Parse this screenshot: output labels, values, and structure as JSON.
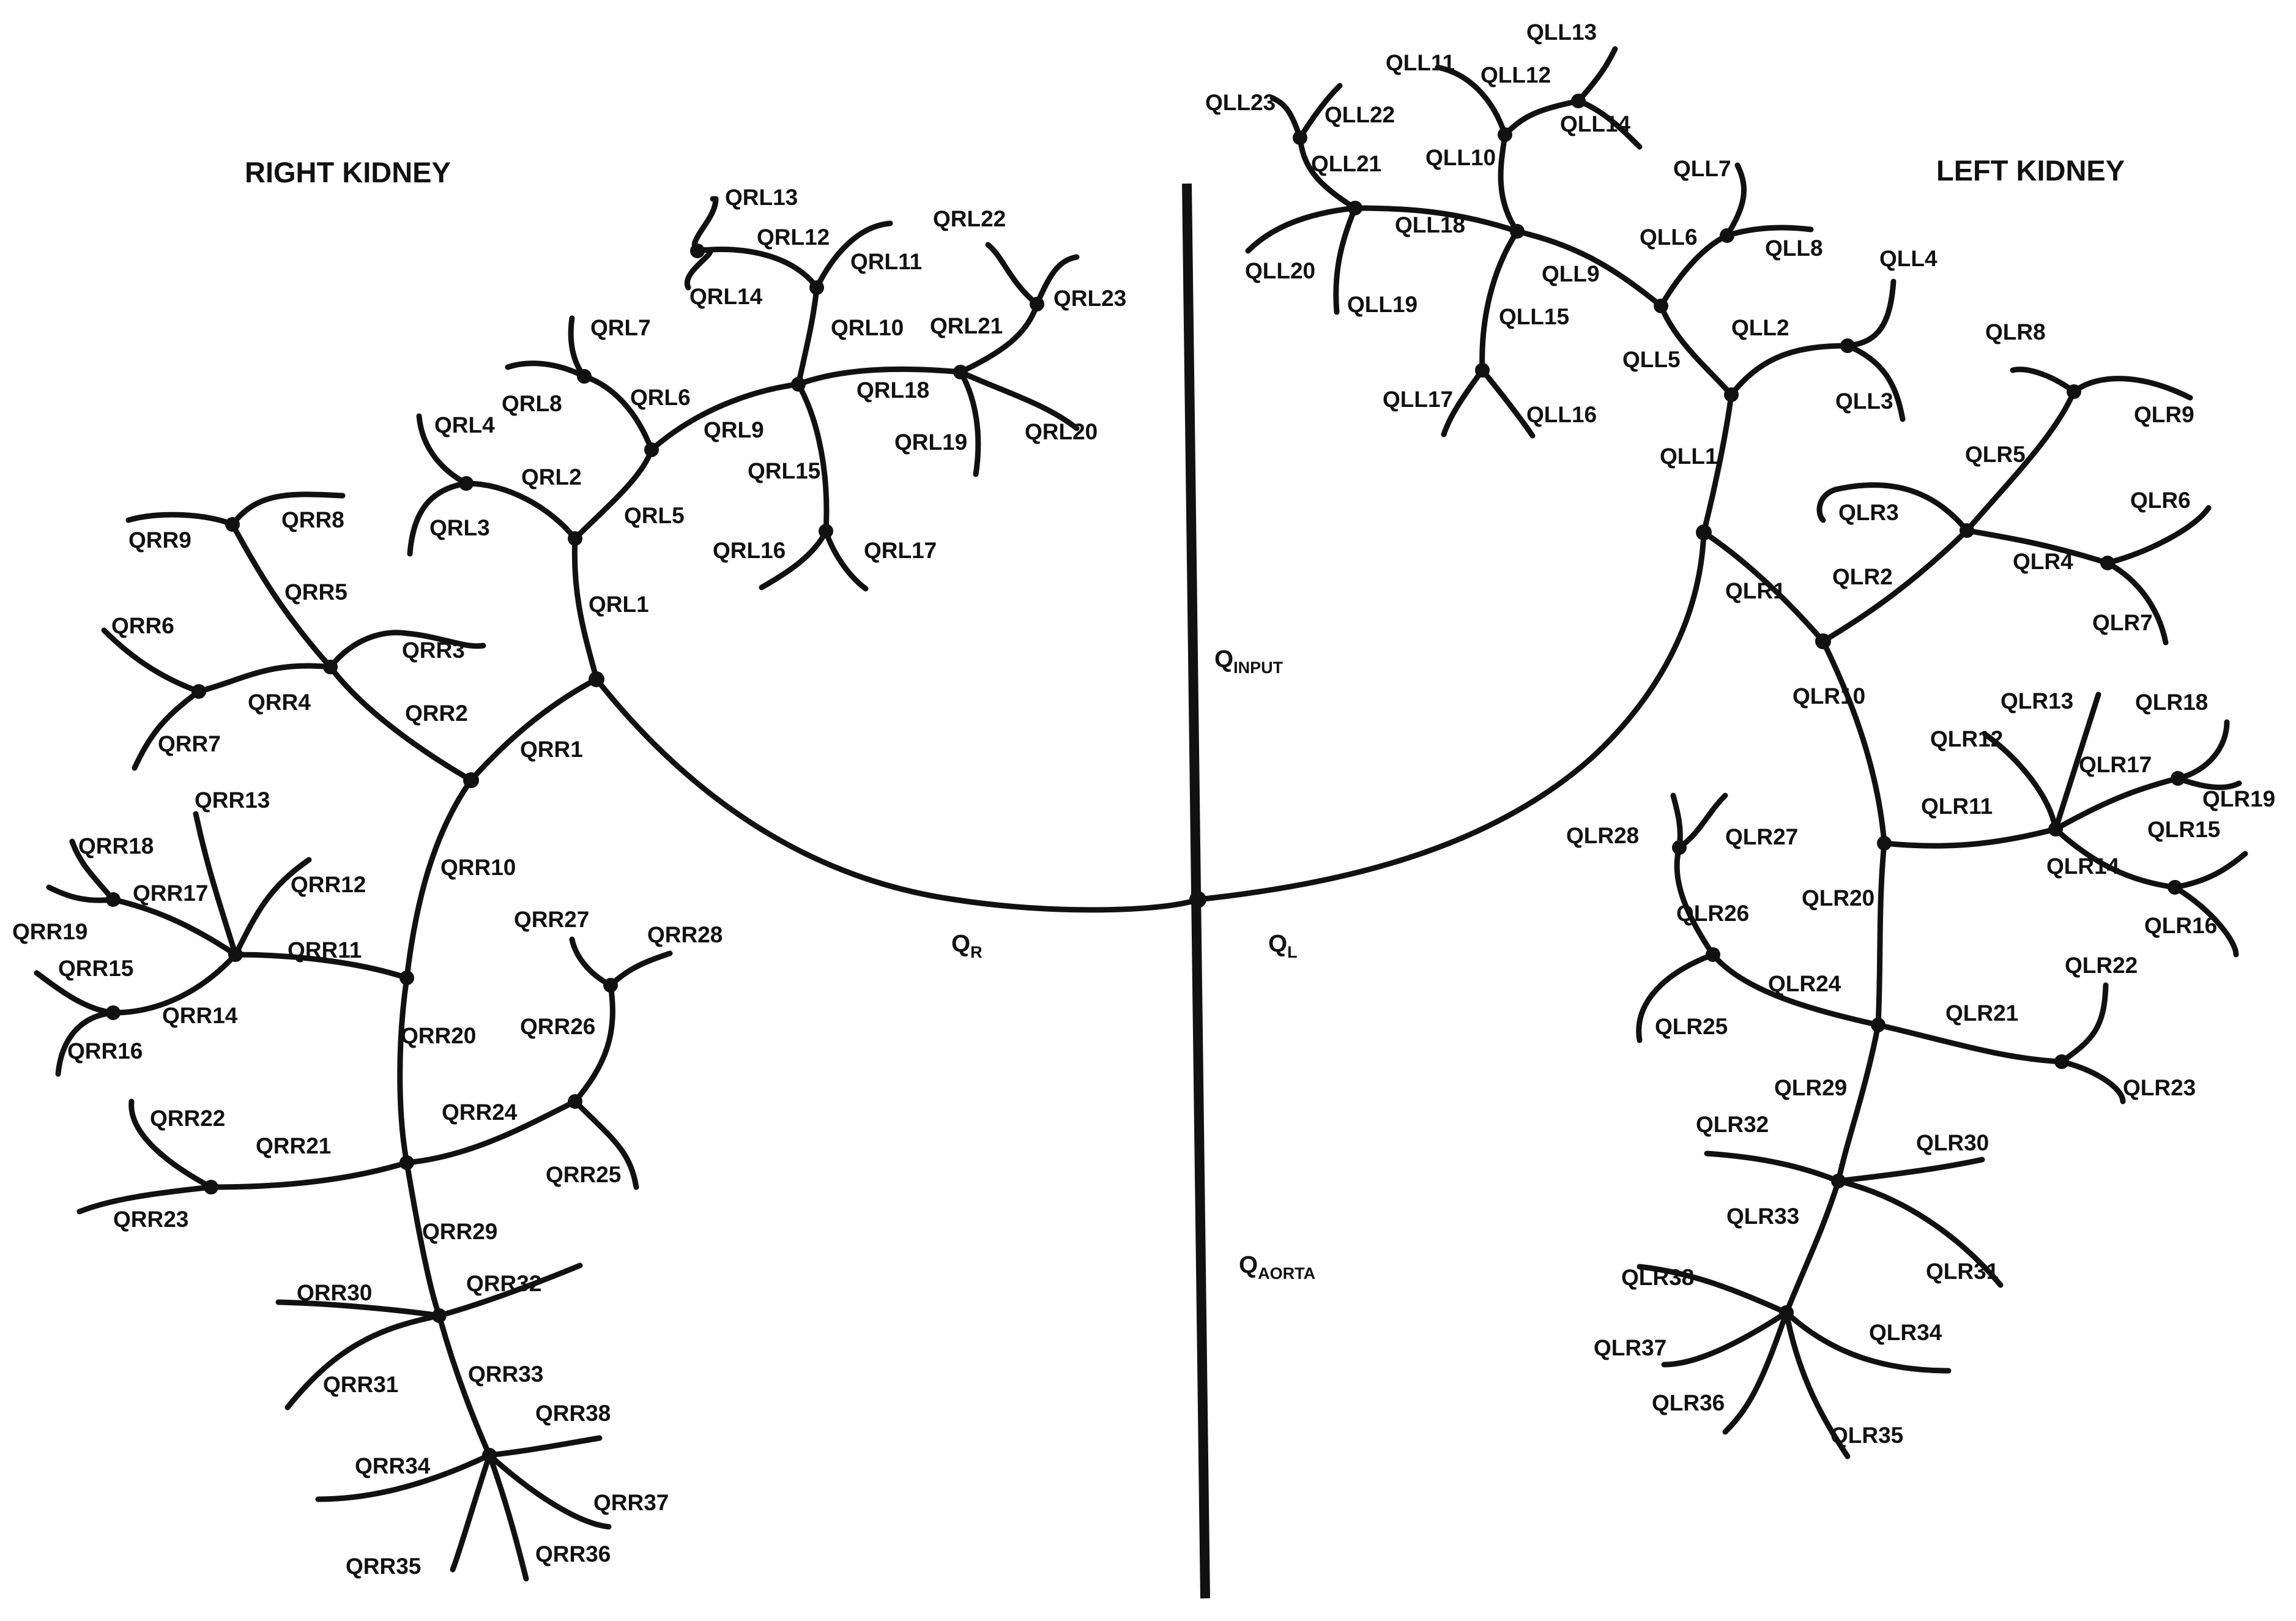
{
  "headings": {
    "right": "RIGHT KIDNEY",
    "left": "LEFT KIDNEY"
  },
  "main_flows": {
    "input": {
      "base": "Q",
      "sub": "INPUT"
    },
    "aorta": {
      "base": "Q",
      "sub": "AORTA"
    },
    "right": {
      "base": "Q",
      "sub": "R"
    },
    "left": {
      "base": "Q",
      "sub": "L"
    }
  },
  "right_kidney": {
    "upper_branch": [
      "QRL1",
      "QRL2",
      "QRL3",
      "QRL4",
      "QRL5",
      "QRL6",
      "QRL7",
      "QRL8",
      "QRL9",
      "QRL10",
      "QRL11",
      "QRL12",
      "QRL13",
      "QRL14",
      "QRL15",
      "QRL16",
      "QRL17",
      "QRL18",
      "QRL19",
      "QRL20",
      "QRL21",
      "QRL22",
      "QRL23"
    ],
    "lower_branch": [
      "QRR1",
      "QRR2",
      "QRR3",
      "QRR4",
      "QRR5",
      "QRR6",
      "QRR7",
      "QRR8",
      "QRR9",
      "QRR10",
      "QRR11",
      "QRR12",
      "QRR13",
      "QRR14",
      "QRR15",
      "QRR16",
      "QRR17",
      "QRR18",
      "QRR19",
      "QRR20",
      "QRR21",
      "QRR22",
      "QRR23",
      "QRR24",
      "QRR25",
      "QRR26",
      "QRR27",
      "QRR28",
      "QRR29",
      "QRR30",
      "QRR31",
      "QRR32",
      "QRR33",
      "QRR34",
      "QRR35",
      "QRR36",
      "QRR37",
      "QRR38"
    ]
  },
  "left_kidney": {
    "upper_branch": [
      "QLL1",
      "QLL2",
      "QLL3",
      "QLL4",
      "QLL5",
      "QLL6",
      "QLL7",
      "QLL8",
      "QLL9",
      "QLL10",
      "QLL11",
      "QLL12",
      "QLL13",
      "QLL14",
      "QLL15",
      "QLL16",
      "QLL17",
      "QLL18",
      "QLL19",
      "QLL20",
      "QLL21",
      "QLL22",
      "QLL23"
    ],
    "lower_branch": [
      "QLR1",
      "QLR2",
      "QLR3",
      "QLR4",
      "QLR5",
      "QLR6",
      "QLR7",
      "QLR8",
      "QLR9",
      "QLR10",
      "QLR11",
      "QLR12",
      "QLR13",
      "QLR14",
      "QLR15",
      "QLR16",
      "QLR17",
      "QLR18",
      "QLR19",
      "QLR20",
      "QLR21",
      "QLR22",
      "QLR23",
      "QLR24",
      "QLR25",
      "QLR26",
      "QLR27",
      "QLR28",
      "QLR29",
      "QLR30",
      "QLR31",
      "QLR32",
      "QLR33",
      "QLR34",
      "QLR35",
      "QLR36",
      "QLR37",
      "QLR38"
    ]
  }
}
